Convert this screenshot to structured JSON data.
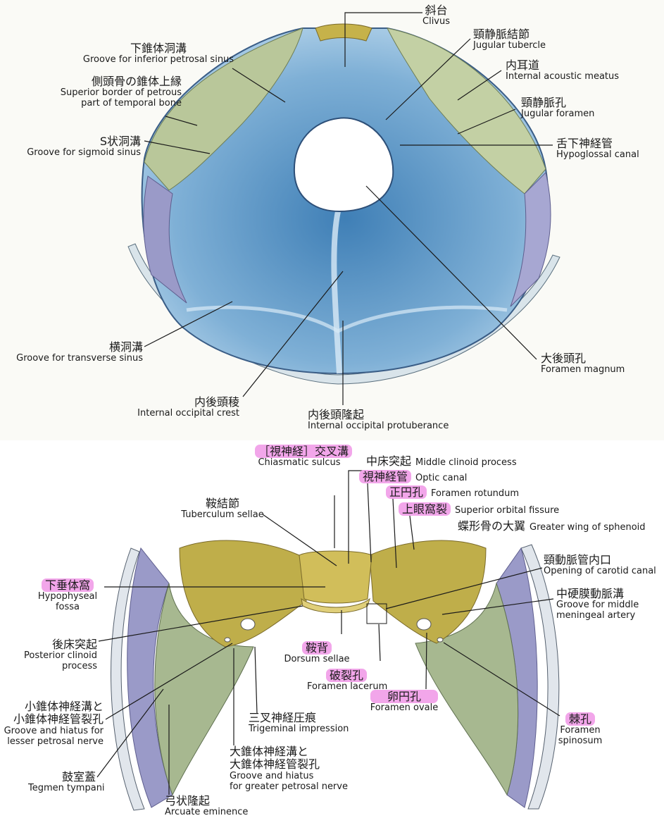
{
  "top_labels": {
    "clivus": {
      "jp": "斜台",
      "en": "Clivus"
    },
    "groove_inferior_petrosal": {
      "jp": "下錐体洞溝",
      "en": "Groove for inferior petrosal sinus"
    },
    "superior_border_petrous": {
      "jp": "側頭骨の錐体上縁",
      "en1": "Superior border of petrous",
      "en2": "part of temporal bone"
    },
    "groove_sigmoid": {
      "jp": "S状洞溝",
      "en": "Groove for sigmoid sinus"
    },
    "jugular_tubercle": {
      "jp": "頸静脈結節",
      "en": "Jugular tubercle"
    },
    "internal_acoustic": {
      "jp": "内耳道",
      "en": "Internal acoustic meatus"
    },
    "jugular_foramen": {
      "jp": "頸静脈孔",
      "en": "Jugular foramen"
    },
    "hypoglossal_canal": {
      "jp": "舌下神経管",
      "en": "Hypoglossal canal"
    },
    "groove_transverse": {
      "jp": "横洞溝",
      "en": "Groove for transverse sinus"
    },
    "foramen_magnum": {
      "jp": "大後頭孔",
      "en": "Foramen magnum"
    },
    "internal_occipital_crest": {
      "jp": "内後頭稜",
      "en": "Internal occipital crest"
    },
    "internal_occipital_protuberance": {
      "jp": "内後頭隆起",
      "en": "Internal occipital protuberance"
    }
  },
  "bottom_labels": {
    "chiasmatic_sulcus": {
      "jp": "［視神経］交叉溝",
      "en": "Chiasmatic sulcus"
    },
    "middle_clinoid": {
      "jp": "中床突起",
      "en": "Middle clinoid process"
    },
    "optic_canal": {
      "jp": "視神経管",
      "en": "Optic canal"
    },
    "foramen_rotundum": {
      "jp": "正円孔",
      "en": "Foramen rotundum"
    },
    "superior_orbital_fissure": {
      "jp": "上眼窩裂",
      "en": "Superior orbital fissure"
    },
    "tuberculum_sellae": {
      "jp": "鞍結節",
      "en": "Tuberculum sellae"
    },
    "greater_wing": {
      "jp": "蝶形骨の大翼",
      "en": "Greater wing of sphenoid"
    },
    "carotid_canal": {
      "jp": "頸動脈管内口",
      "en": "Opening of carotid canal"
    },
    "hypophyseal_fossa": {
      "jp": "下垂体窩",
      "en1": "Hypophyseal",
      "en2": "fossa"
    },
    "middle_meningeal": {
      "jp": "中硬膜動脈溝",
      "en1": "Groove for middle",
      "en2": "meningeal artery"
    },
    "posterior_clinoid": {
      "jp": "後床突起",
      "en1": "Posterior clinoid",
      "en2": "process"
    },
    "dorsum_sellae": {
      "jp": "鞍背",
      "en": "Dorsum sellae"
    },
    "foramen_lacerum": {
      "jp": "破裂孔",
      "en": "Foramen lacerum"
    },
    "foramen_ovale": {
      "jp": "卵円孔",
      "en": "Foramen ovale"
    },
    "foramen_spinosum": {
      "jp": "棘孔",
      "en1": "Foramen",
      "en2": "spinosum"
    },
    "lesser_petrosal": {
      "jp1": "小錐体神経溝と",
      "jp2": "小錐体神経管裂孔",
      "en1": "Groove and hiatus for",
      "en2": "lesser petrosal nerve"
    },
    "trigeminal_impression": {
      "jp": "三叉神経圧痕",
      "en": "Trigeminal impression"
    },
    "greater_petrosal": {
      "jp1": "大錐体神経溝と",
      "jp2": "大錐体神経管裂孔",
      "en1": "Groove and hiatus",
      "en2": "for greater petrosal nerve"
    },
    "tegmen_tympani": {
      "jp": "鼓室蓋",
      "en": "Tegmen tympani"
    },
    "arcuate_eminence": {
      "jp": "弓状隆起",
      "en": "Arcuate eminence"
    }
  },
  "colors": {
    "occipital_blue": "#8db8d8",
    "temporal_green": "#b9c79a",
    "parietal_purple": "#9a9ac8",
    "sphenoid_yellow": "#c6b24a",
    "highlight_pink": "#f2a6ea"
  }
}
